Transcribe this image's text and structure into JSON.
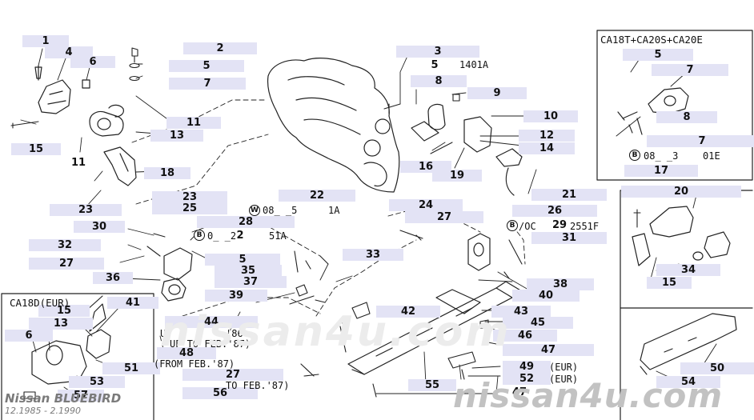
{
  "brand": "Nissan BLUEBIRD",
  "date_range": "12.1985 - 2.1990",
  "watermark": "nissan4u.com",
  "inset_top_right_title": "CA18T+CA20S+CA20E",
  "inset_bottom_left_title": "CA18D(EUR)",
  "circled_w": "W",
  "circled_b": "B",
  "part_labels": [
    "1",
    "4",
    "6",
    "2",
    "5",
    "7",
    "3",
    "5",
    "8",
    "9",
    "10",
    "11",
    "13",
    "12",
    "14",
    "15",
    "11",
    "18",
    "16",
    "19",
    "17",
    "23",
    "23",
    "25",
    "22",
    "21",
    "20",
    "24",
    "27",
    "26",
    "28",
    "29",
    "31",
    "30",
    "32",
    "27",
    "36",
    "5",
    "35",
    "37",
    "33",
    "34",
    "15",
    "38",
    "39",
    "40",
    "42",
    "43",
    "41",
    "15",
    "13",
    "6",
    "44",
    "45",
    "46",
    "48",
    "47",
    "51",
    "53",
    "57",
    "49",
    "52",
    "27",
    "56",
    "55",
    "47",
    "54",
    "50",
    "5",
    "7",
    "8",
    "7",
    "2"
  ],
  "notes": {
    "ref_1401a": "1401A",
    "ref_08_5": "08_ _5",
    "ref_1a": "1A",
    "ref_0_2": "0_ _2",
    "ref_51a": "51A",
    "ref_08_3": "08_ _3",
    "ref_01e": "01E",
    "ref_b_oc": "/OC",
    "ref_2551f": "2551F",
    "ref_86": "'86",
    "ref_up_to_feb87": "UP TO FEB.'87)",
    "ref_from_feb87": "(FROM FEB.'87)",
    "ref_to_feb87": "TO FEB.'87)",
    "eur_1": "(EUR)",
    "eur_2": "(EUR)",
    "ref_u": "U"
  }
}
